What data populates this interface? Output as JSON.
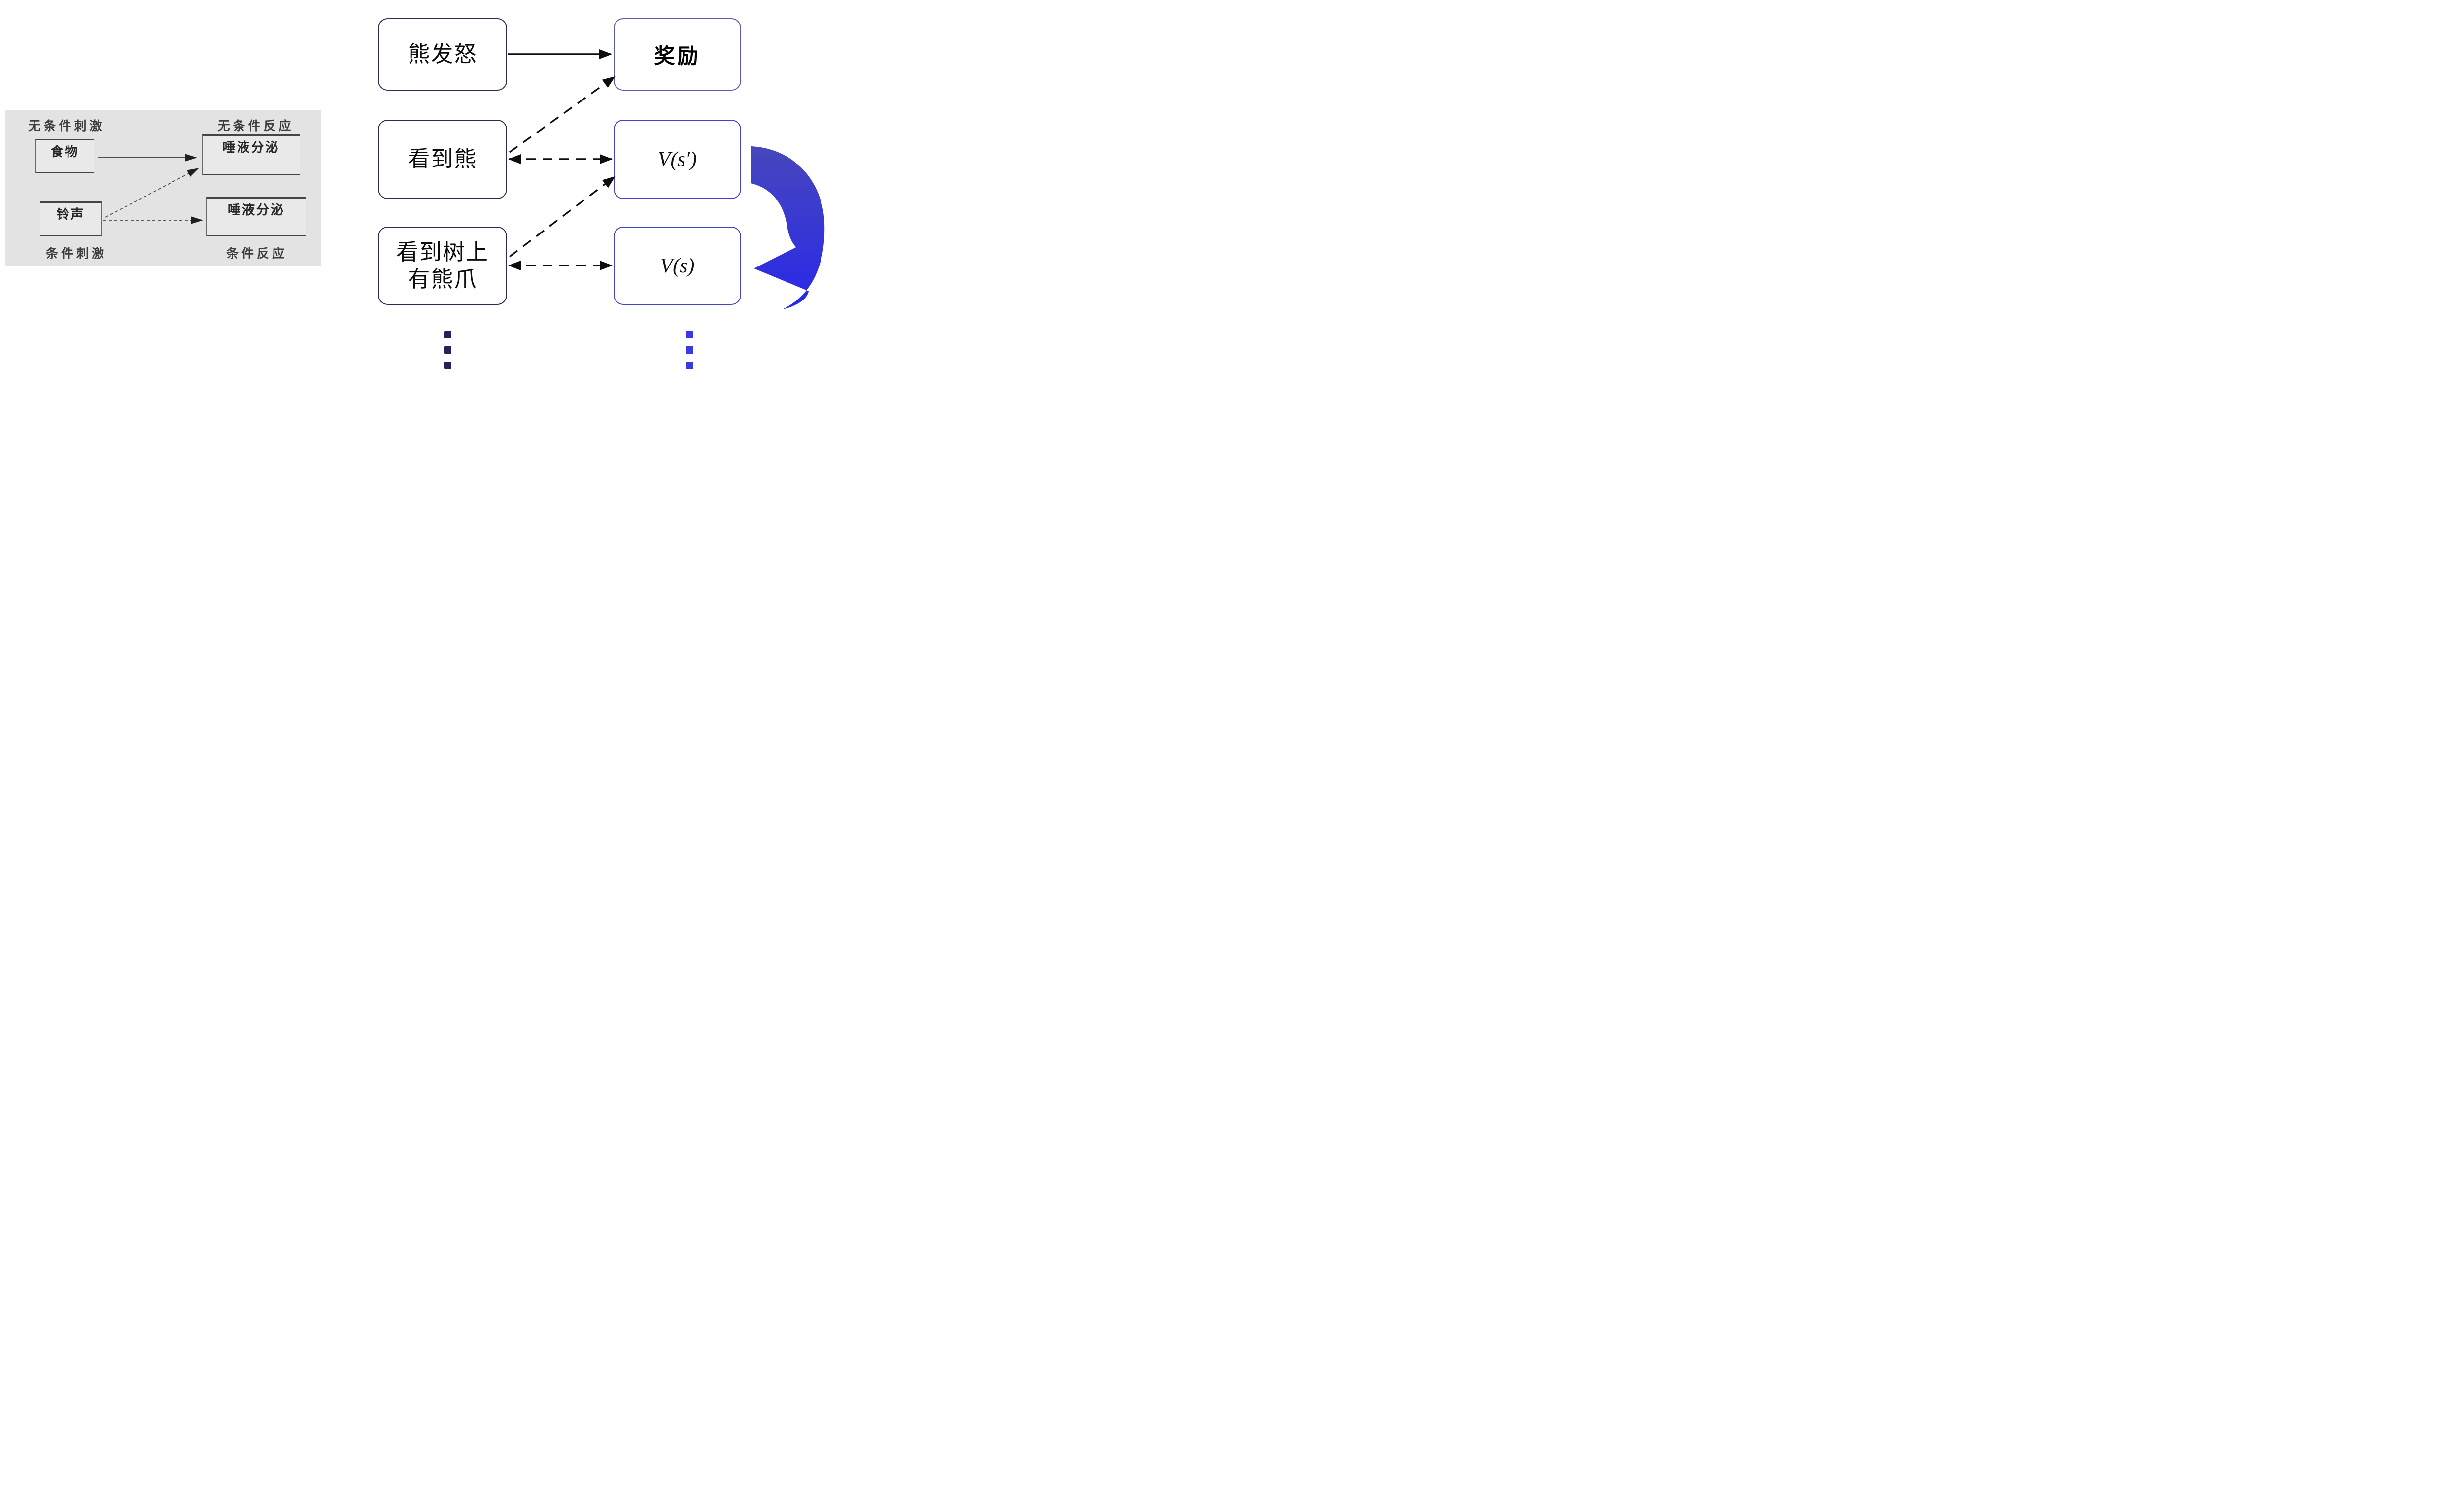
{
  "pavlov_panel": {
    "background": "#e3e3e3",
    "labels": {
      "unconditioned_stimulus": "无条件刺激",
      "unconditioned_response": "无条件反应",
      "conditioned_stimulus": "条件刺激",
      "conditioned_response": "条件反应"
    },
    "nodes": {
      "food": "食物",
      "salivation_top": "唾液分泌",
      "bell": "铃声",
      "salivation_bottom": "唾液分泌"
    }
  },
  "rl_diagram": {
    "nodes": {
      "bear_angry": "熊发怒",
      "reward": "奖励",
      "see_bear": "看到熊",
      "value_next_state": "V(s′)",
      "see_claw_line1": "看到树上",
      "see_claw_line2": "有熊爪",
      "value_state": "V(s)"
    },
    "icons": {
      "ellipsis_left": "vertical-ellipsis-squares",
      "ellipsis_right": "vertical-ellipsis-squares",
      "feedback_arrow": "curved-clockwise-arrow"
    },
    "colors": {
      "state_box_border": "#2e2a52",
      "reward_box_border": "#5a5caf",
      "value_box_border": "#4343c7",
      "left_dots": "#23235c",
      "right_dots": "#3a3ae0",
      "arc_gradient_top": "#4747bd",
      "arc_gradient_bottom": "#2828ea",
      "arrow_black": "#0d0d0d",
      "pavlov_line": "#3a3a3a"
    }
  }
}
